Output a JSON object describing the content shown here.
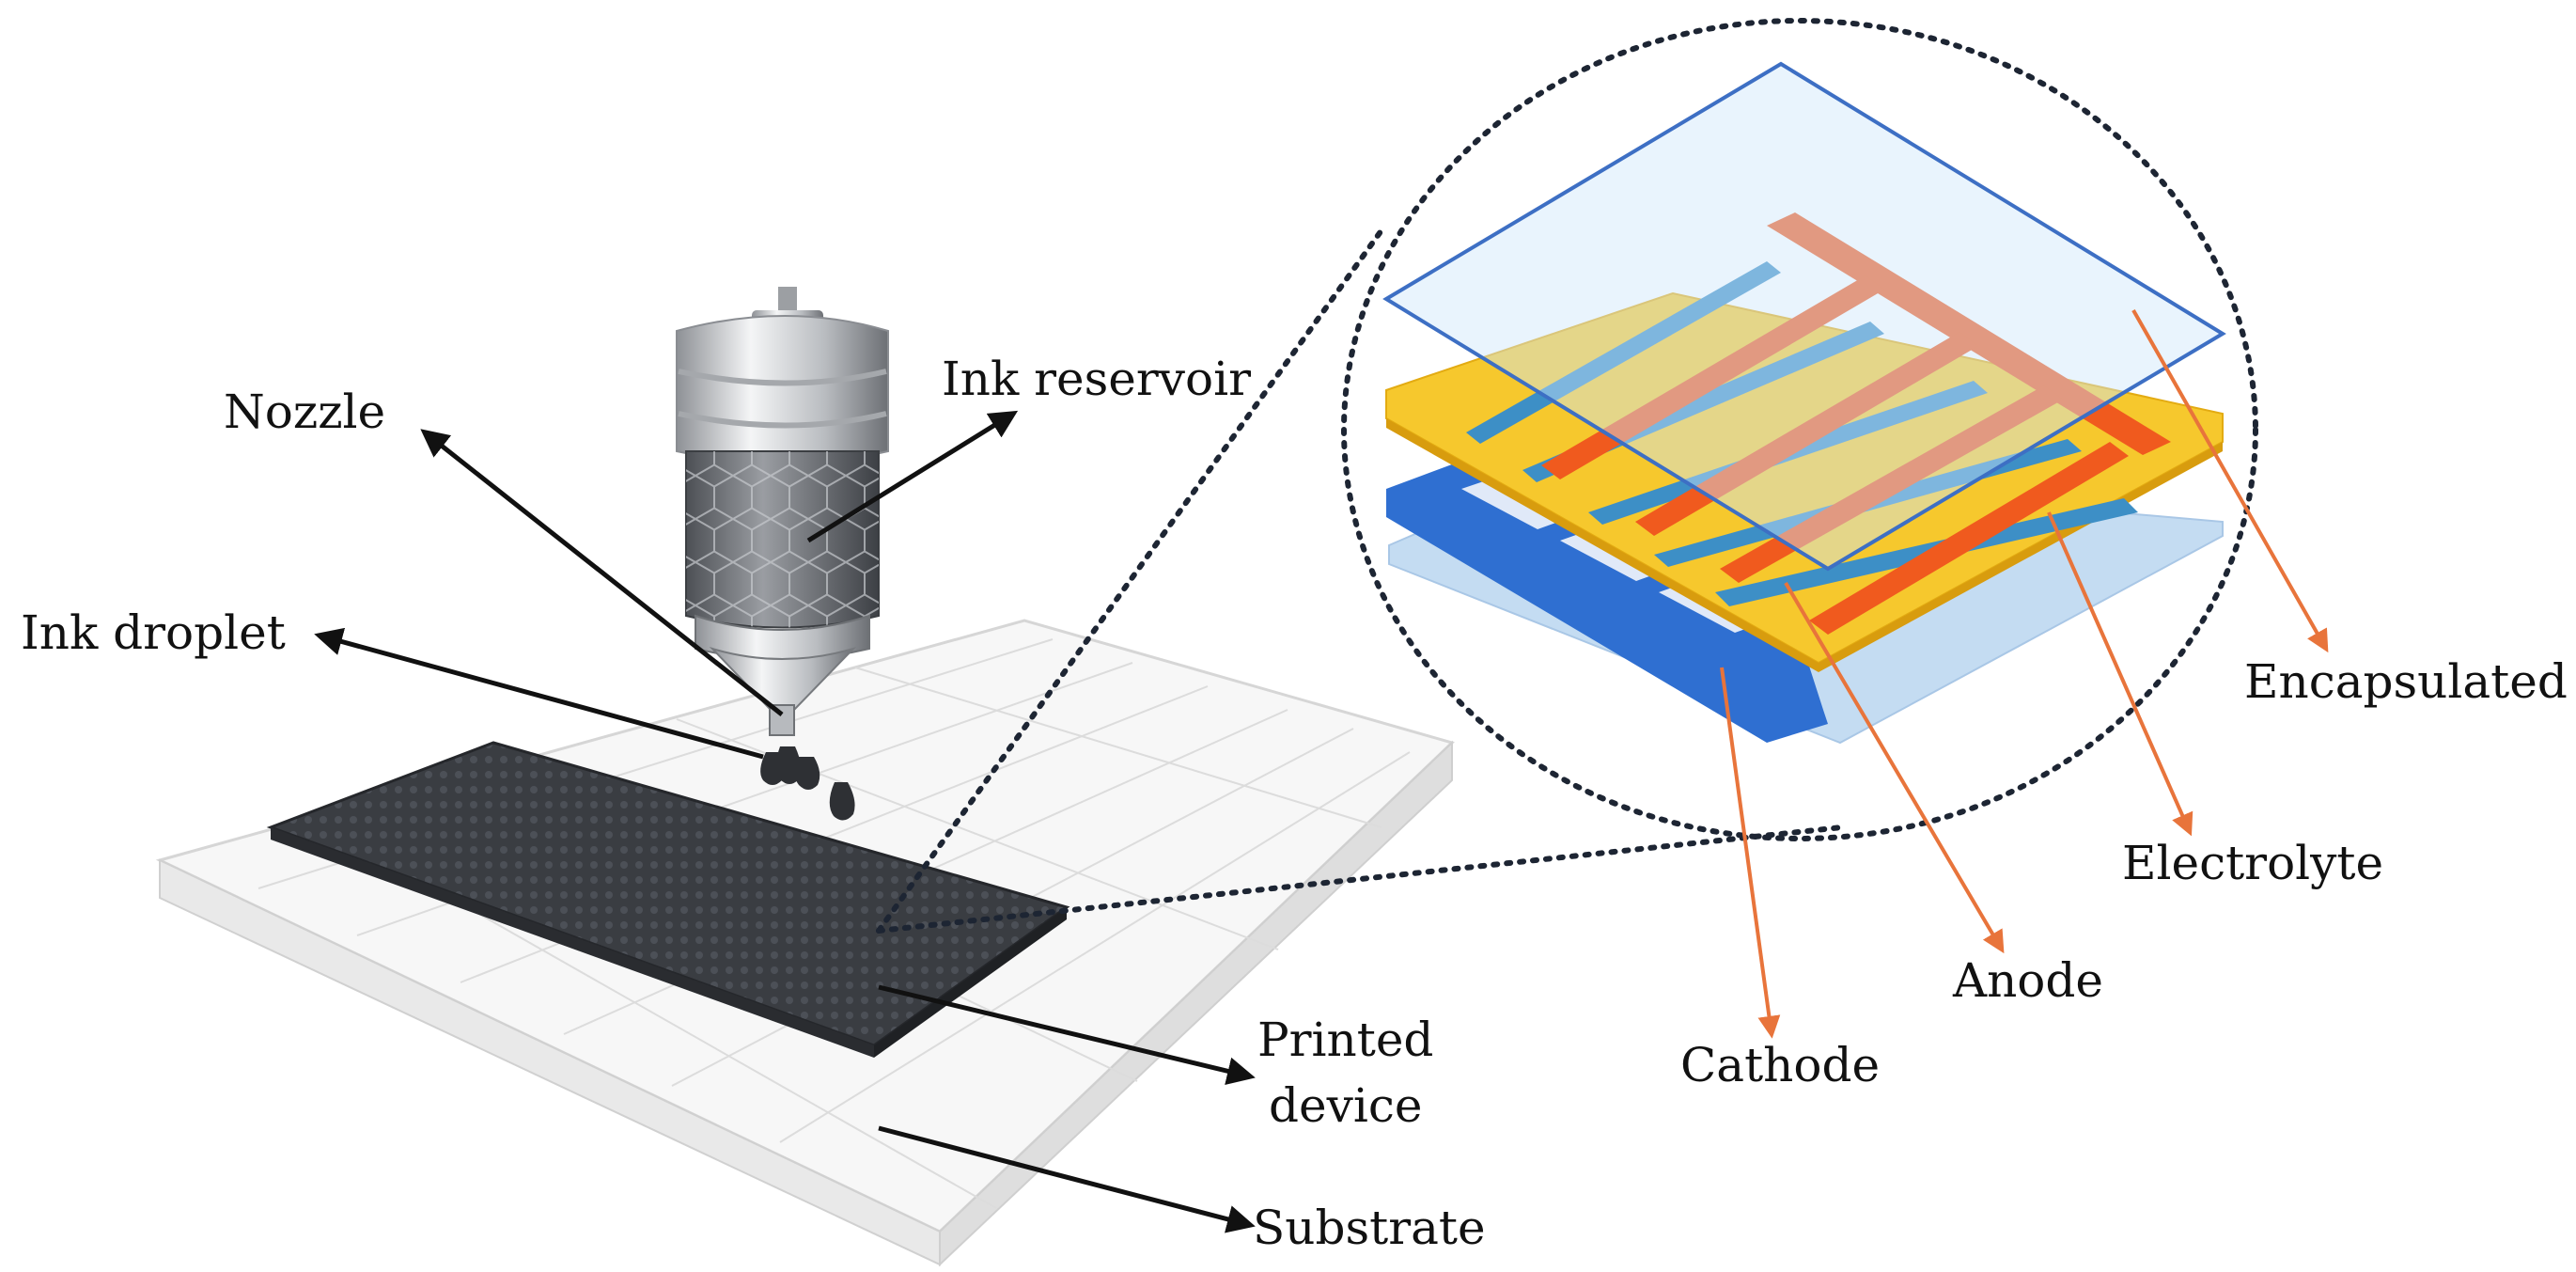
{
  "labels": {
    "nozzle": "Nozzle",
    "ink_reservoir": "Ink reservoir",
    "ink_droplet": "Ink droplet",
    "printed_device_line1": "Printed",
    "printed_device_line2": "device",
    "substrate": "Substrate",
    "encapsulated": "Encapsulated",
    "electrolyte": "Electrolyte",
    "anode": "Anode",
    "cathode": "Cathode"
  },
  "colors": {
    "arrow": "#111111",
    "leader": "#e8743b",
    "encapsulation": "#d5e8f8",
    "electrolyte": "#f6c82d",
    "anode": "#f05a1e",
    "cathode": "#2f6fd1",
    "cathode_fingers": "#3d8fc6",
    "device": "#3a3d42"
  },
  "icons": [
    "printer-nozzle-icon",
    "ink-droplet-icon",
    "zoom-circle-icon"
  ]
}
